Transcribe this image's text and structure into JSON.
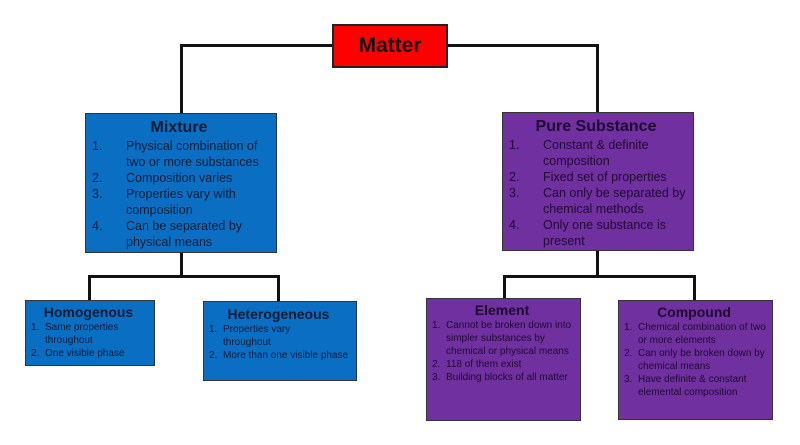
{
  "root": {
    "title": "Matter",
    "color": "#ff0000"
  },
  "mixture": {
    "title": "Mixture",
    "items": [
      {
        "num": "1.",
        "text": "Physical combination of two or more substances"
      },
      {
        "num": "2.",
        "text": "Composition varies"
      },
      {
        "num": "3.",
        "text": "Properties vary with composition"
      },
      {
        "num": "4.",
        "text": "Can be separated by physical means"
      }
    ],
    "children": [
      {
        "title": "Homogenous",
        "items": [
          {
            "num": "1.",
            "text": "Same properties throughout"
          },
          {
            "num": "2.",
            "text": "One visible phase"
          }
        ]
      },
      {
        "title": "Heterogeneous",
        "items": [
          {
            "num": "1.",
            "text": "Properties vary throughout"
          },
          {
            "num": "2.",
            "text": "More than one visible phase"
          }
        ]
      }
    ]
  },
  "pure": {
    "title": "Pure Substance",
    "items": [
      {
        "num": "1.",
        "text": "Constant & definite composition"
      },
      {
        "num": "2.",
        "text": "Fixed set of properties"
      },
      {
        "num": "3.",
        "text": "Can only be separated by chemical methods"
      },
      {
        "num": "4.",
        "text": "Only one substance is present"
      }
    ],
    "children": [
      {
        "title": "Element",
        "items": [
          {
            "num": "1.",
            "text": "Cannot be broken down into simpler substances by chemical or physical means"
          },
          {
            "num": "2.",
            "text": "118 of them exist"
          },
          {
            "num": "3.",
            "text": "Building blocks of all matter"
          }
        ]
      },
      {
        "title": "Compound",
        "items": [
          {
            "num": "1.",
            "text": "Chemical combination of two or more elements"
          },
          {
            "num": "2.",
            "text": "Can only be broken down by chemical means"
          },
          {
            "num": "3.",
            "text": "Have definite & constant elemental composition"
          }
        ]
      }
    ]
  }
}
